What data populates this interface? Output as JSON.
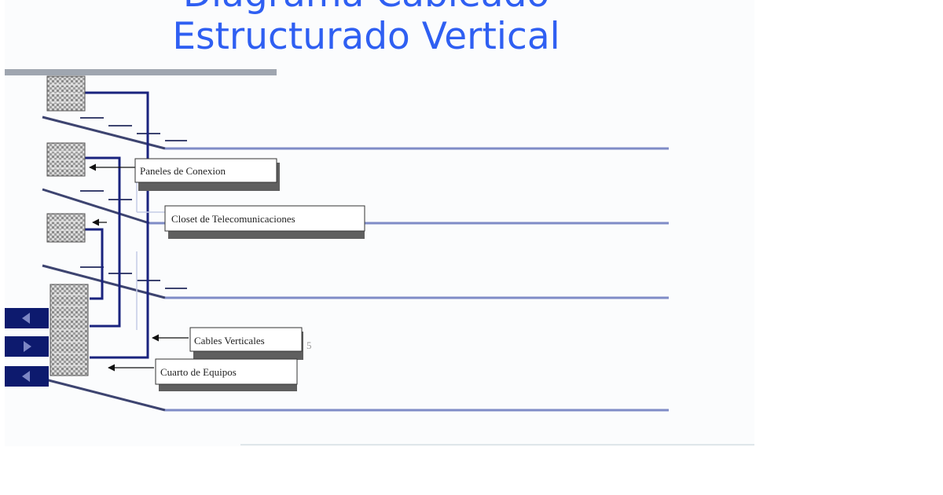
{
  "title": {
    "line1": "Diagrama Cableado",
    "line2": "Estructurado Vertical"
  },
  "labels": {
    "patch_panels": "Paneles de Conexion",
    "telecom_closet": "Closet de Telecomunicaciones",
    "vertical_cables": "Cables Verticales",
    "equipment_room": "Cuarto de Equipos",
    "stray_mark": "5"
  },
  "colors": {
    "title": "#2f5ff2",
    "cable": "#1a237e",
    "floor_line": "#5c6bc0",
    "slab": "#39406a",
    "device": "#0d1a6e"
  },
  "icons": [
    "rack-icon",
    "equipment-icon"
  ]
}
